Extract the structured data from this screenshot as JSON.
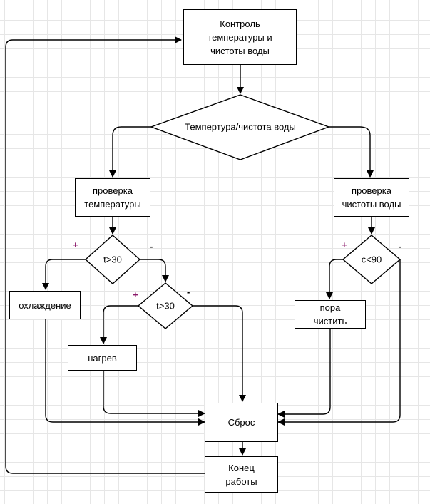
{
  "colors": {
    "line": "#000000",
    "plus_sign": "#8b1a6b",
    "minus_sign": "#000000",
    "grid": "#e6e6e6"
  },
  "nodes": {
    "control": "Контроль\nтемпературы и\nчистоты воды",
    "decision_main": "Темпертура/чистота воды",
    "check_temp": "проверка\nтемпературы",
    "check_purity": "проверка\nчистоты воды",
    "cond_t1": "t>30",
    "cond_t2": "t>30",
    "cond_c": "c<90",
    "cooling": "охлаждение",
    "heating": "нагрев",
    "time_to_clean": "пора\nчистить",
    "reset": "Сброс",
    "end": "Конец\nработы"
  },
  "branch_labels": {
    "plus": "+",
    "minus": "-"
  }
}
